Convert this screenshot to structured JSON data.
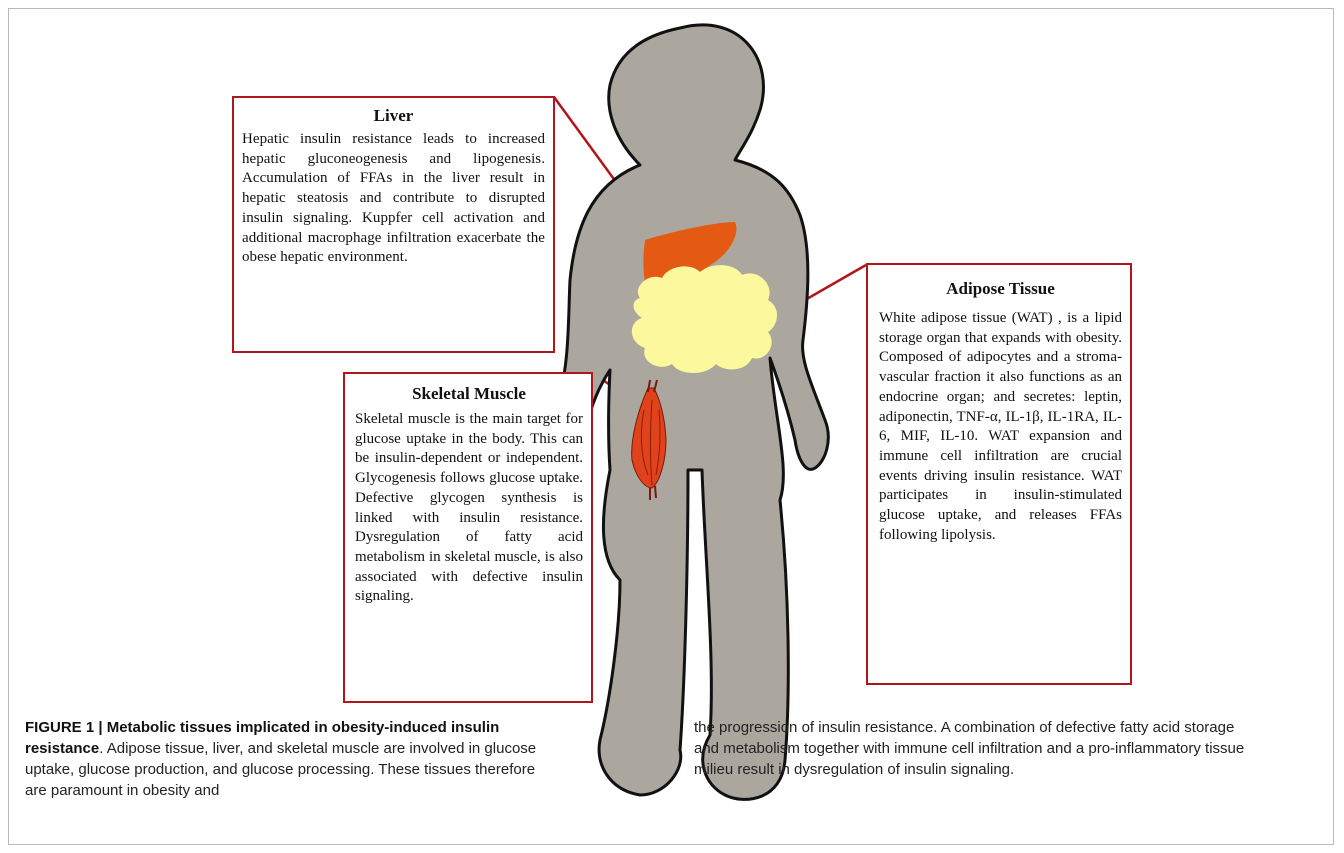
{
  "liver": {
    "title": "Liver",
    "text": "Hepatic insulin resistance leads to increased hepatic gluconeogenesis and lipogenesis. Accumulation of FFAs in the liver result in hepatic steatosis and contribute to disrupted insulin signaling. Kuppfer cell activation and additional macrophage infiltration exacerbate the obese hepatic environment."
  },
  "adipose": {
    "title": "Adipose Tissue",
    "text": "White adipose tissue (WAT) , is a lipid storage organ that expands with obesity. Composed of adipocytes and a stroma-vascular fraction it also functions as an endocrine organ; and secretes: leptin, adiponectin, TNF-α, IL-1β, IL-1RA, IL-6, MIF, IL-10. WAT expansion and immune cell infiltration are crucial events driving insulin resistance. WAT participates in insulin-stimulated glucose uptake, and releases FFAs following lipolysis."
  },
  "muscle": {
    "title": "Skeletal Muscle",
    "text": "Skeletal muscle is the main target for glucose uptake in the body. This can be insulin-dependent or independent. Glycogenesis follows glucose uptake. Defective glycogen synthesis is linked with insulin resistance. Dysregulation of fatty acid metabolism in skeletal muscle, is also associated with defective insulin signaling."
  },
  "caption": {
    "label": "FIGURE 1 | Metabolic tissues implicated in obesity-induced insulin resistance",
    "text_left": ". Adipose tissue, liver, and skeletal muscle are involved in glucose uptake, glucose production, and glucose processing. These tissues therefore are paramount in obesity and",
    "text_right": "the progression of insulin resistance. A combination of defective fatty acid storage and metabolism together with immune cell infiltration and a pro-inflammatory tissue milieu result in dysregulation of insulin signaling."
  },
  "colors": {
    "body": "#aba79f",
    "outline": "#111111",
    "liver": "#e55a12",
    "adipose": "#fbf89e",
    "muscle": "#e0421c",
    "box_border": "#b0161c"
  }
}
